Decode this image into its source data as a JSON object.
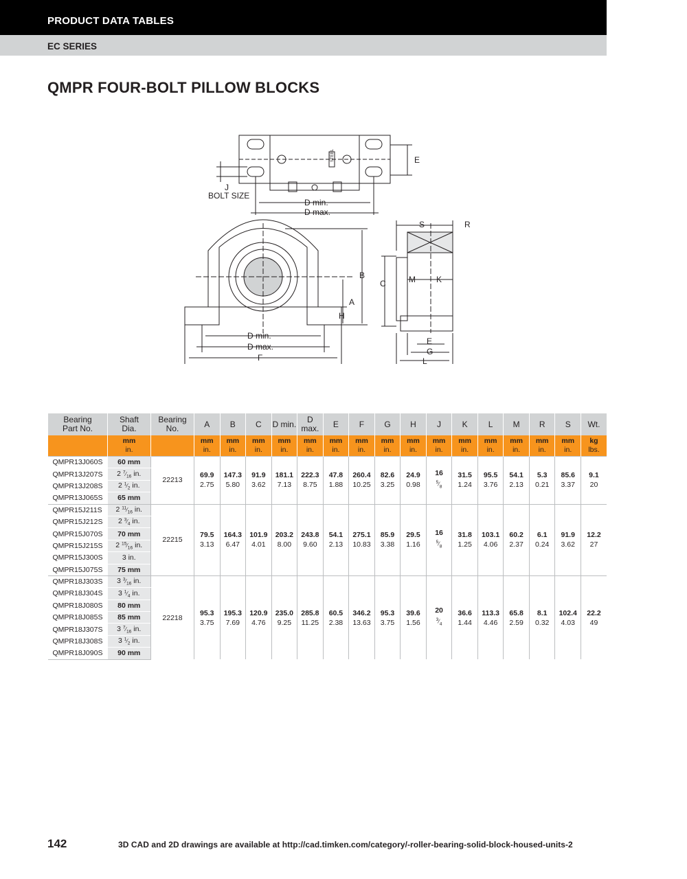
{
  "header": {
    "section": "PRODUCT DATA TABLES",
    "series": "EC SERIES"
  },
  "title": "QMPR FOUR-BOLT PILLOW BLOCKS",
  "drawing_labels": {
    "bolt_j": "J",
    "bolt_size": "BOLT SIZE",
    "dmin": "D min.",
    "dmax": "D max.",
    "e": "E",
    "s": "S",
    "r": "R",
    "b": "B",
    "c": "C",
    "a": "A",
    "h": "H",
    "m": "M",
    "k": "K",
    "f": "F",
    "g": "G",
    "l": "L",
    "steel": "STEEL"
  },
  "table": {
    "headers": [
      "Bearing Part No.",
      "Shaft Dia.",
      "Bearing No.",
      "A",
      "B",
      "C",
      "D min.",
      "D max.",
      "E",
      "F",
      "G",
      "H",
      "J",
      "K",
      "L",
      "M",
      "R",
      "S",
      "Wt."
    ],
    "header_lines": {
      "part": [
        "Bearing",
        "Part No."
      ],
      "shaft": [
        "Shaft",
        "Dia."
      ],
      "bearing": [
        "Bearing",
        "No."
      ]
    },
    "units_row": {
      "shaft": [
        "mm",
        "in."
      ],
      "dims": [
        "mm",
        "in."
      ],
      "wt": [
        "kg",
        "lbs."
      ]
    },
    "groups": [
      {
        "bearing_no": "22213",
        "rows": [
          {
            "part": "QMPR13J060S",
            "shaft": "60 mm",
            "metric": true
          },
          {
            "part": "QMPR13J207S",
            "shaft": "2 7/16 in.",
            "metric": false
          },
          {
            "part": "QMPR13J208S",
            "shaft": "2 1/2 in.",
            "metric": false
          },
          {
            "part": "QMPR13J065S",
            "shaft": "65 mm",
            "metric": true
          }
        ],
        "dims": {
          "A": [
            "69.9",
            "2.75"
          ],
          "B": [
            "147.3",
            "5.80"
          ],
          "C": [
            "91.9",
            "3.62"
          ],
          "Dmin": [
            "181.1",
            "7.13"
          ],
          "Dmax": [
            "222.3",
            "8.75"
          ],
          "E": [
            "47.8",
            "1.88"
          ],
          "F": [
            "260.4",
            "10.25"
          ],
          "G": [
            "82.6",
            "3.25"
          ],
          "H": [
            "24.9",
            "0.98"
          ],
          "J": [
            "16",
            "5/8"
          ],
          "K": [
            "31.5",
            "1.24"
          ],
          "L": [
            "95.5",
            "3.76"
          ],
          "M": [
            "54.1",
            "2.13"
          ],
          "R": [
            "5.3",
            "0.21"
          ],
          "S": [
            "85.6",
            "3.37"
          ],
          "Wt": [
            "9.1",
            "20"
          ]
        }
      },
      {
        "bearing_no": "22215",
        "rows": [
          {
            "part": "QMPR15J211S",
            "shaft": "2 11/16 in.",
            "metric": false
          },
          {
            "part": "QMPR15J212S",
            "shaft": "2 3/4 in.",
            "metric": false
          },
          {
            "part": "QMPR15J070S",
            "shaft": "70 mm",
            "metric": true
          },
          {
            "part": "QMPR15J215S",
            "shaft": "2 15/16 in.",
            "metric": false
          },
          {
            "part": "QMPR15J300S",
            "shaft": "3 in.",
            "metric": false
          },
          {
            "part": "QMPR15J075S",
            "shaft": "75 mm",
            "metric": true
          }
        ],
        "dims": {
          "A": [
            "79.5",
            "3.13"
          ],
          "B": [
            "164.3",
            "6.47"
          ],
          "C": [
            "101.9",
            "4.01"
          ],
          "Dmin": [
            "203.2",
            "8.00"
          ],
          "Dmax": [
            "243.8",
            "9.60"
          ],
          "E": [
            "54.1",
            "2.13"
          ],
          "F": [
            "275.1",
            "10.83"
          ],
          "G": [
            "85.9",
            "3.38"
          ],
          "H": [
            "29.5",
            "1.16"
          ],
          "J": [
            "16",
            "5/8"
          ],
          "K": [
            "31.8",
            "1.25"
          ],
          "L": [
            "103.1",
            "4.06"
          ],
          "M": [
            "60.2",
            "2.37"
          ],
          "R": [
            "6.1",
            "0.24"
          ],
          "S": [
            "91.9",
            "3.62"
          ],
          "Wt": [
            "12.2",
            "27"
          ]
        }
      },
      {
        "bearing_no": "22218",
        "rows": [
          {
            "part": "QMPR18J303S",
            "shaft": "3 3/16 in.",
            "metric": false
          },
          {
            "part": "QMPR18J304S",
            "shaft": "3 1/4 in.",
            "metric": false
          },
          {
            "part": "QMPR18J080S",
            "shaft": "80 mm",
            "metric": true
          },
          {
            "part": "QMPR18J085S",
            "shaft": "85 mm",
            "metric": true
          },
          {
            "part": "QMPR18J307S",
            "shaft": "3 7/16 in.",
            "metric": false
          },
          {
            "part": "QMPR18J308S",
            "shaft": "3 1/2 in.",
            "metric": false
          },
          {
            "part": "QMPR18J090S",
            "shaft": "90 mm",
            "metric": true
          }
        ],
        "dims": {
          "A": [
            "95.3",
            "3.75"
          ],
          "B": [
            "195.3",
            "7.69"
          ],
          "C": [
            "120.9",
            "4.76"
          ],
          "Dmin": [
            "235.0",
            "9.25"
          ],
          "Dmax": [
            "285.8",
            "11.25"
          ],
          "E": [
            "60.5",
            "2.38"
          ],
          "F": [
            "346.2",
            "13.63"
          ],
          "G": [
            "95.3",
            "3.75"
          ],
          "H": [
            "39.6",
            "1.56"
          ],
          "J": [
            "20",
            "3/4"
          ],
          "K": [
            "36.6",
            "1.44"
          ],
          "L": [
            "113.3",
            "4.46"
          ],
          "M": [
            "65.8",
            "2.59"
          ],
          "R": [
            "8.1",
            "0.32"
          ],
          "S": [
            "102.4",
            "4.03"
          ],
          "Wt": [
            "22.2",
            "49"
          ]
        }
      }
    ]
  },
  "footer": {
    "page_number": "142",
    "note": "3D CAD and 2D drawings are available at http://cad.timken.com/category/-roller-bearing-solid-block-housed-units-2"
  },
  "colors": {
    "header_bg": "#000000",
    "subheader_bg": "#d1d3d4",
    "units_row": "#f7941d",
    "shaft_cell": "#e6e7e8"
  }
}
